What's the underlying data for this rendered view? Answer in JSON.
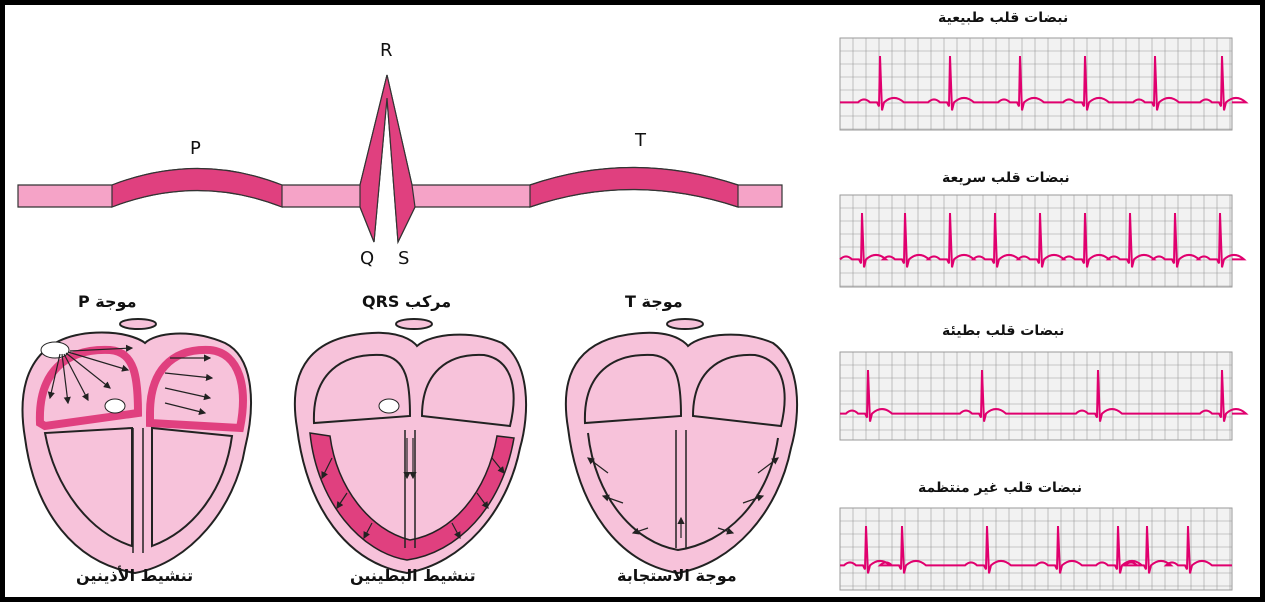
{
  "ecg_wave": {
    "p_label": "P",
    "r_label": "R",
    "q_label": "Q",
    "s_label": "S",
    "t_label": "T"
  },
  "hearts": [
    {
      "title": "موجة P",
      "caption": "تنشيط الأذينين"
    },
    {
      "title": "مركب QRS",
      "caption": "تنشيط البطينين"
    },
    {
      "title": "موجة T",
      "caption": "موجة الاستجابة"
    }
  ],
  "rhythm_strips": [
    {
      "title": "نبضات قلب طبيعية"
    },
    {
      "title": "نبضات قلب سريعة"
    },
    {
      "title": "نبضات قلب بطيئة"
    },
    {
      "title": "نبضات قلب غير منتظمة"
    }
  ],
  "colors": {
    "band_fill": "#f5a3c7",
    "band_stroke": "#333333",
    "heart_fill": "#f7c2da",
    "heart_active": "#e0407f",
    "ecg_trace": "#e0006e",
    "grid_line": "#9a9a9a",
    "grid_bg": "#f2f2f2"
  }
}
